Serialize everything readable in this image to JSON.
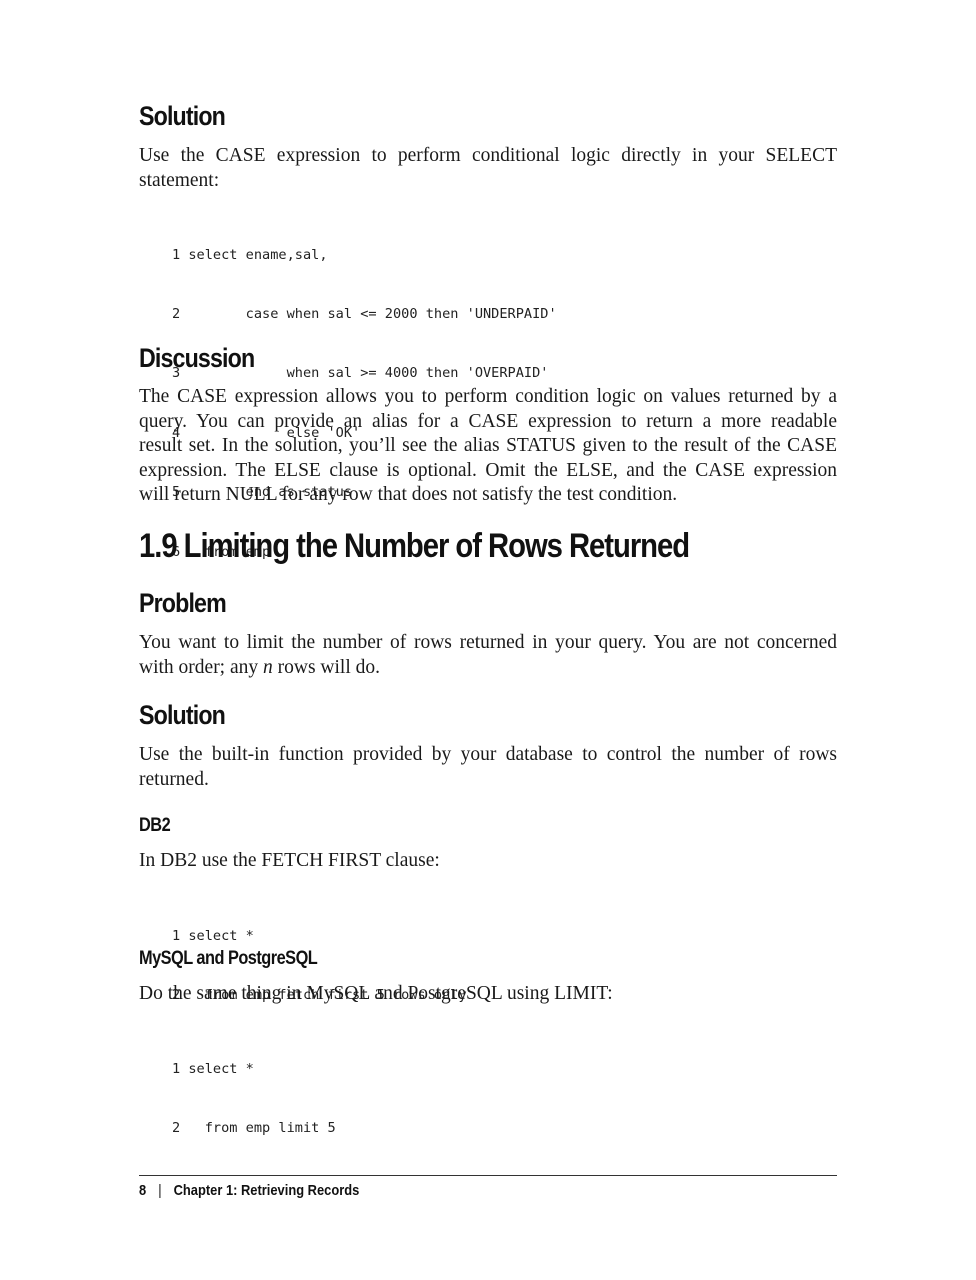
{
  "sections": {
    "solution1": {
      "heading": "Solution",
      "para_lines": [
        "Use the CASE expression to perform conditional logic directly in your SELECT",
        "statement:"
      ],
      "code": [
        "1 select ename,sal,",
        "2        case when sal <= 2000 then 'UNDERPAID'",
        "3             when sal >= 4000 then 'OVERPAID'",
        "4             else 'OK'",
        "5        end as status",
        "6   from emp"
      ]
    },
    "discussion": {
      "heading": "Discussion",
      "para_lines": [
        "The CASE expression allows you to perform condition logic on values returned by a",
        "query. You can provide an alias for a CASE expression to return a more readable",
        "result set. In the solution, you’ll see the alias STATUS given to the result of the CASE",
        "expression. The ELSE clause is optional. Omit the ELSE, and the CASE expression",
        "will return NULL for any row that does not satisfy the test condition."
      ]
    },
    "recipe": {
      "title": "1.9 Limiting the Number of Rows Returned"
    },
    "problem": {
      "heading": "Problem",
      "para_line1": "You want to limit the number of rows returned in your query. You are not concerned",
      "para_line2_a": "with order; any ",
      "para_line2_em": "n",
      "para_line2_b": " rows will do."
    },
    "solution2": {
      "heading": "Solution",
      "para_lines": [
        "Use the built-in function provided by your database to control the number of rows",
        "returned."
      ]
    },
    "db2": {
      "heading": "DB2",
      "para": "In DB2 use the FETCH FIRST clause:",
      "code": [
        "1 select *",
        "2   from emp fetch first 5 rows only"
      ]
    },
    "mysql": {
      "heading": "MySQL and PostgreSQL",
      "para": "Do the same thing in MySQL and PostgreSQL using LIMIT:",
      "code": [
        "1 select *",
        "2   from emp limit 5"
      ]
    }
  },
  "footer": {
    "page_number": "8",
    "separator": "|",
    "chapter": "Chapter 1: Retrieving Records"
  }
}
